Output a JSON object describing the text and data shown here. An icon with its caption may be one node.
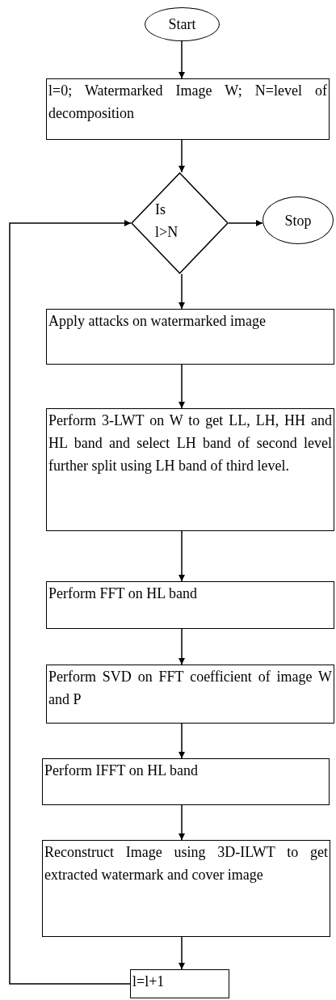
{
  "diagram": {
    "nodes": [
      {
        "text": [
          "Start"
        ]
      },
      {
        "text": [
          "l=0; Watermarked Image W; N=level of decomposition"
        ]
      },
      {
        "text": [
          "Is l>N"
        ]
      },
      {
        "text": [
          "Stop"
        ]
      },
      {
        "text": [
          "Apply attacks on watermarked image"
        ]
      },
      {
        "text": [
          "Perform 3-LWT on W to get LL, LH, HH and HL band and select LH band of second level further split using LH band of third level."
        ]
      },
      {
        "text": [
          "Perform FFT on HL band"
        ]
      },
      {
        "text": [
          "Perform SVD on FFT coefficient of image W and P"
        ]
      },
      {
        "text": [
          "Perform IFFT on HL band"
        ]
      },
      {
        "text": [
          "Reconstruct Image using 3D-ILWT to get extracted watermark and cover image"
        ]
      },
      {
        "text": [
          "l=l+1"
        ]
      }
    ],
    "edges": [
      {
        "from": 0,
        "to": 1,
        "arrow": "to"
      },
      {
        "from": 1,
        "to": 2,
        "arrow": "to"
      },
      {
        "from": 2,
        "to": 3,
        "arrow": "to"
      },
      {
        "from": 2,
        "to": 4,
        "arrow": "to"
      },
      {
        "from": 4,
        "to": 5,
        "arrow": "to"
      },
      {
        "from": 5,
        "to": 6,
        "arrow": "to"
      },
      {
        "from": 6,
        "to": 7,
        "arrow": "to"
      },
      {
        "from": 7,
        "to": 8,
        "arrow": "to"
      },
      {
        "from": 8,
        "to": 9,
        "arrow": "to"
      },
      {
        "from": 9,
        "to": 10,
        "arrow": "to"
      },
      {
        "from": 10,
        "to": 2,
        "arrow": "to"
      }
    ]
  }
}
